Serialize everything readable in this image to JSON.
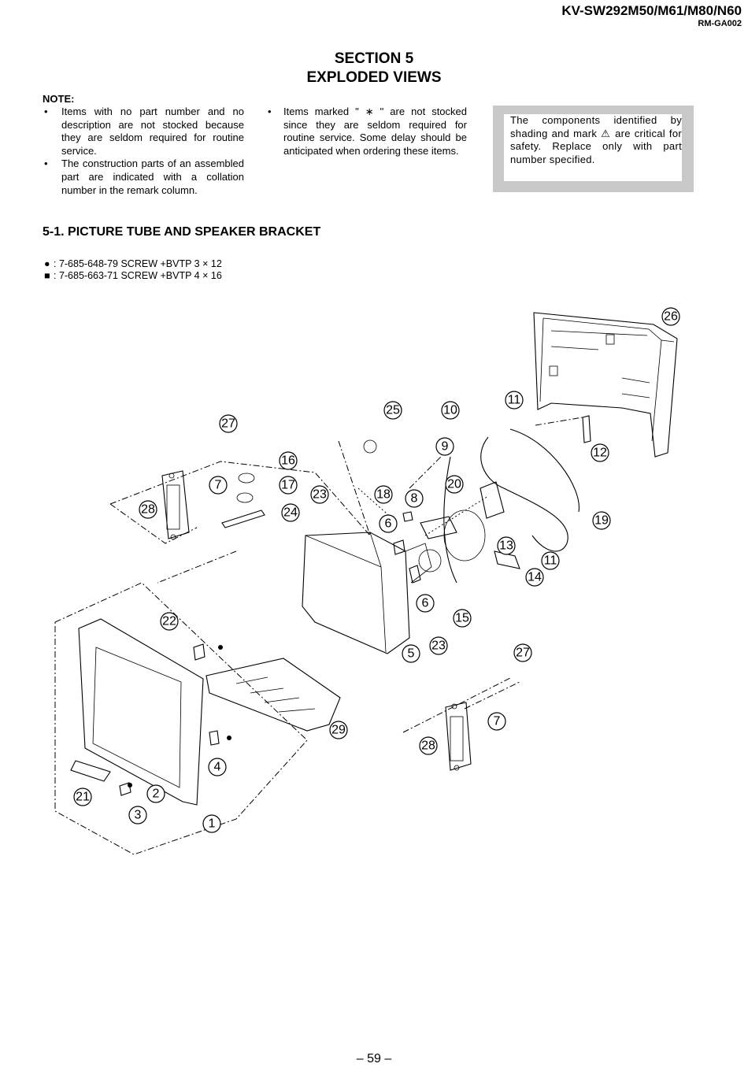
{
  "header": {
    "model": "KV-SW292M50/M61/M80/N60",
    "chassis": "RM-GA002"
  },
  "section": {
    "number_line": "SECTION 5",
    "title_line": "EXPLODED VIEWS"
  },
  "note": {
    "label": "NOTE:",
    "left_items": [
      "Items with no part number and no description are not stocked because they are seldom required for routine service.",
      "The construction parts of an assembled part are indicated with a collation number in the remark column."
    ],
    "middle_items": [
      "Items marked \" ∗ \" are not stocked since they are seldom required for routine service. Some delay should be anticipated when ordering these items."
    ]
  },
  "safety_box": {
    "text": "The components identified by shading and mark ⚠ are critical for safety. Replace only with part number specified."
  },
  "subsection": {
    "title": "5-1.  PICTURE TUBE AND SPEAKER BRACKET"
  },
  "screws": [
    {
      "symbol": "●",
      "text": ": 7-685-648-79    SCREW +BVTP 3 × 12"
    },
    {
      "symbol": "■",
      "text": ": 7-685-663-71    SCREW +BVTP 4 × 16"
    }
  ],
  "callouts": [
    "26",
    "11",
    "25",
    "10",
    "27",
    "9",
    "12",
    "16",
    "7",
    "17",
    "20",
    "23",
    "18",
    "8",
    "19",
    "28",
    "24",
    "6",
    "13",
    "11",
    "14",
    "6",
    "15",
    "22",
    "23",
    "5",
    "27",
    "7",
    "29",
    "28",
    "4",
    "2",
    "21",
    "3",
    "1"
  ],
  "page": {
    "number": "– 59 –"
  }
}
